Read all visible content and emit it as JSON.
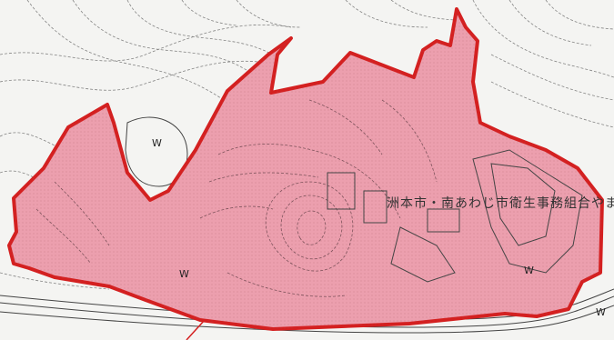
{
  "map": {
    "facility_label": "洲本市・南あわじ市衛生事務組合やま",
    "water_labels": [
      "W",
      "W",
      "W",
      "W"
    ],
    "colors": {
      "background": "#f4f4f2",
      "area_fill": "#ec9fae",
      "area_border": "#d42020",
      "contour": "#555555"
    }
  }
}
